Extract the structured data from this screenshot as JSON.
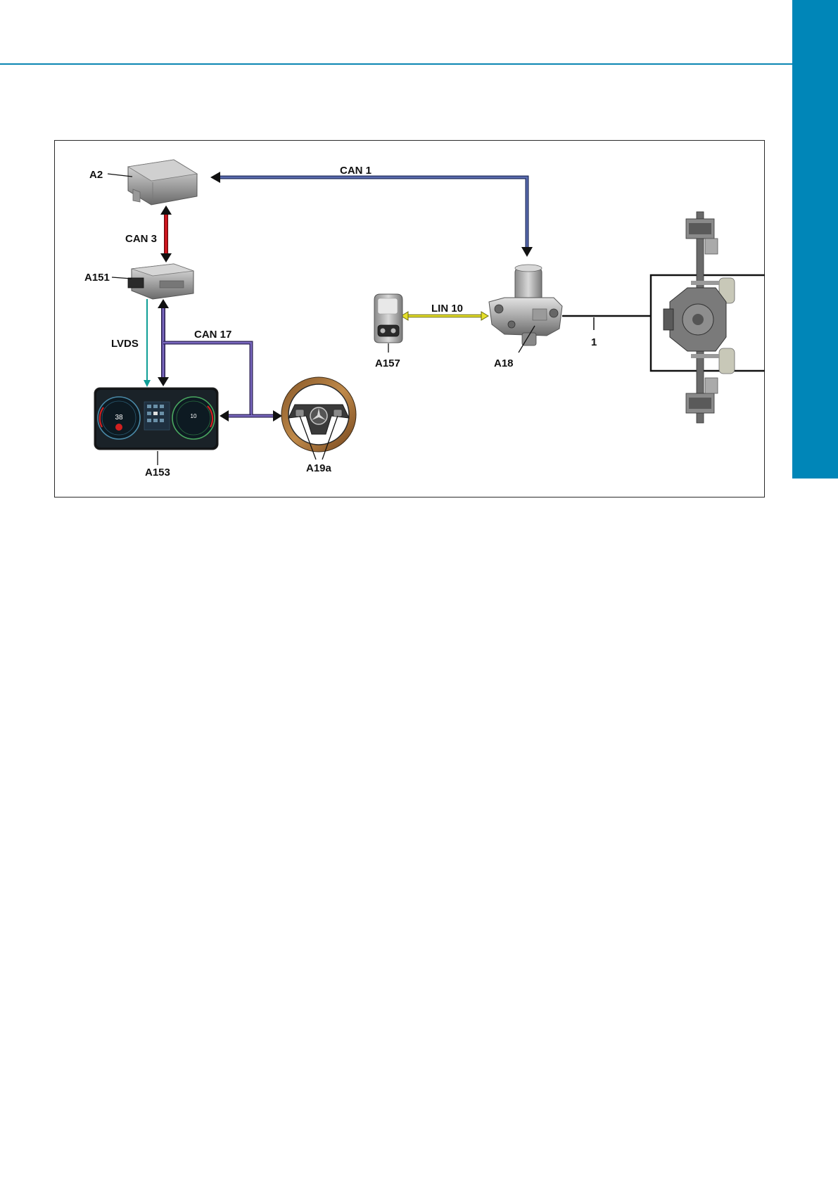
{
  "labels": {
    "a2": "A2",
    "a151": "A151",
    "a153": "A153",
    "a157": "A157",
    "a18": "A18",
    "a19a": "A19a",
    "can1": "CAN 1",
    "can3": "CAN 3",
    "can17": "CAN 17",
    "lvds": "LVDS",
    "lin10": "LIN 10",
    "item1": "1"
  },
  "cluster": {
    "speed": "38",
    "value": "10"
  },
  "colors": {
    "accent": "#0086b8",
    "can1": "#3d4d8f",
    "can3": "#c0141c",
    "can17": "#5a4a9c",
    "lvds": "#0f9e96",
    "lin10": "#d6d020"
  }
}
